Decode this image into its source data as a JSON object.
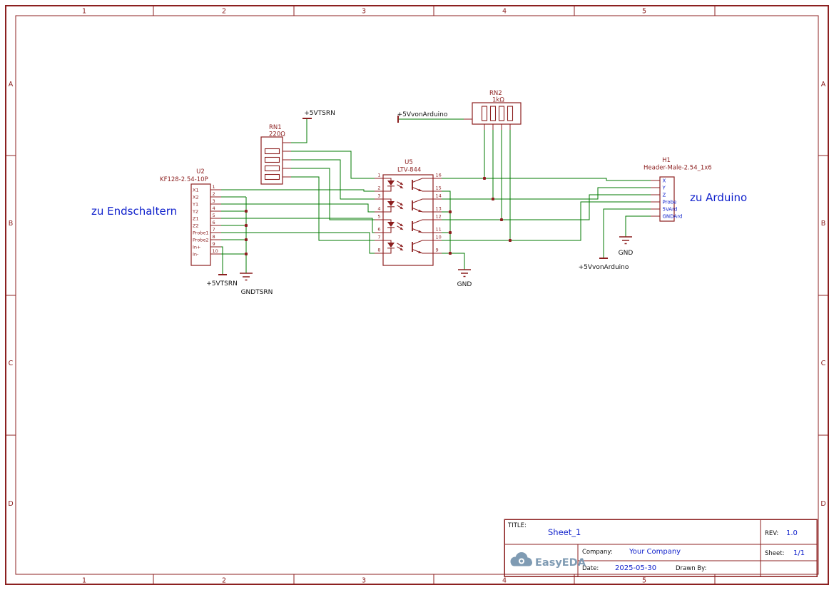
{
  "frame": {
    "cols": [
      "1",
      "2",
      "3",
      "4",
      "5"
    ],
    "rows": [
      "A",
      "B",
      "C",
      "D"
    ]
  },
  "annotations": {
    "left": "zu Endschaltern",
    "right": "zu Arduino"
  },
  "components": {
    "u2": {
      "ref": "U2",
      "value": "KF128-2.54-10P",
      "pins": [
        {
          "name": "X1",
          "num": "1"
        },
        {
          "name": "X2",
          "num": "2"
        },
        {
          "name": "Y1",
          "num": "3"
        },
        {
          "name": "Y2",
          "num": "4"
        },
        {
          "name": "Z1",
          "num": "5"
        },
        {
          "name": "Z2",
          "num": "6"
        },
        {
          "name": "Probe1",
          "num": "7"
        },
        {
          "name": "Probe2",
          "num": "8"
        },
        {
          "name": "In+",
          "num": "9"
        },
        {
          "name": "In-",
          "num": "10"
        }
      ]
    },
    "rn1": {
      "ref": "RN1",
      "value": "220Ω"
    },
    "rn2": {
      "ref": "RN2",
      "value": "1kΩ"
    },
    "u5": {
      "ref": "U5",
      "value": "LTV-844",
      "left_pins": [
        "1",
        "2",
        "3",
        "4",
        "5",
        "6",
        "7",
        "8"
      ],
      "right_pins": [
        "16",
        "15",
        "14",
        "13",
        "12",
        "11",
        "10",
        "9"
      ]
    },
    "h1": {
      "ref": "H1",
      "value": "Header-Male-2.54_1x6",
      "pins": [
        "X",
        "Y",
        "Z",
        "Probe",
        "5VArd",
        "GNDArd"
      ]
    }
  },
  "net_flags": {
    "v5tsrn_top": "+5VTSRN",
    "v5arduino_top": "+5VvonArduino",
    "v5tsrn_bottom": "+5VTSRN",
    "gndtsrn": "GNDTSRN",
    "gnd_mid": "GND",
    "gnd_right": "GND",
    "v5arduino_right": "+5VvonArduino"
  },
  "title_block": {
    "title_label": "TITLE:",
    "title": "Sheet_1",
    "rev_label": "REV:",
    "rev": "1.0",
    "company_label": "Company:",
    "company": "Your Company",
    "sheet_label": "Sheet:",
    "sheet": "1/1",
    "date_label": "Date:",
    "date": "2025-05-30",
    "drawn_by_label": "Drawn By:",
    "logo": "EasyEDA"
  },
  "colors": {
    "frame": "#8c2020",
    "component": "#8c1f1f",
    "wire": "#007a00",
    "net_text": "#111111",
    "blue": "#1122cc",
    "logo": "#7f9bb3"
  }
}
